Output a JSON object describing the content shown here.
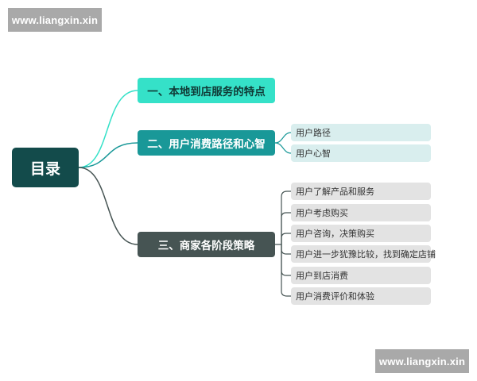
{
  "watermarks": {
    "top": "www.liangxin.xin",
    "bottom": "www.liangxin.xin"
  },
  "root": {
    "label": "目录"
  },
  "branches": [
    {
      "label": "一、本地到店服务的特点",
      "color": "#35e1c8"
    },
    {
      "label": "二、用户消费路径和心智",
      "color": "#199898"
    },
    {
      "label": "三、商家各阶段策略",
      "color": "#465453"
    }
  ],
  "leaves_b2": [
    "用户路径",
    "用户心智"
  ],
  "leaves_b3": [
    "用户了解产品和服务",
    "用户考虑购买",
    "用户咨询，决策购买",
    "用户进一步犹豫比较，找到确定店铺",
    "用户到店消费",
    "用户消费评价和体验"
  ],
  "colors": {
    "root": "#134b4b",
    "link_b1": "#35e1c8",
    "link_b2": "#199898",
    "link_b3": "#465453",
    "leaf_teal": "#d9eeee",
    "leaf_grey": "#e3e3e3"
  }
}
